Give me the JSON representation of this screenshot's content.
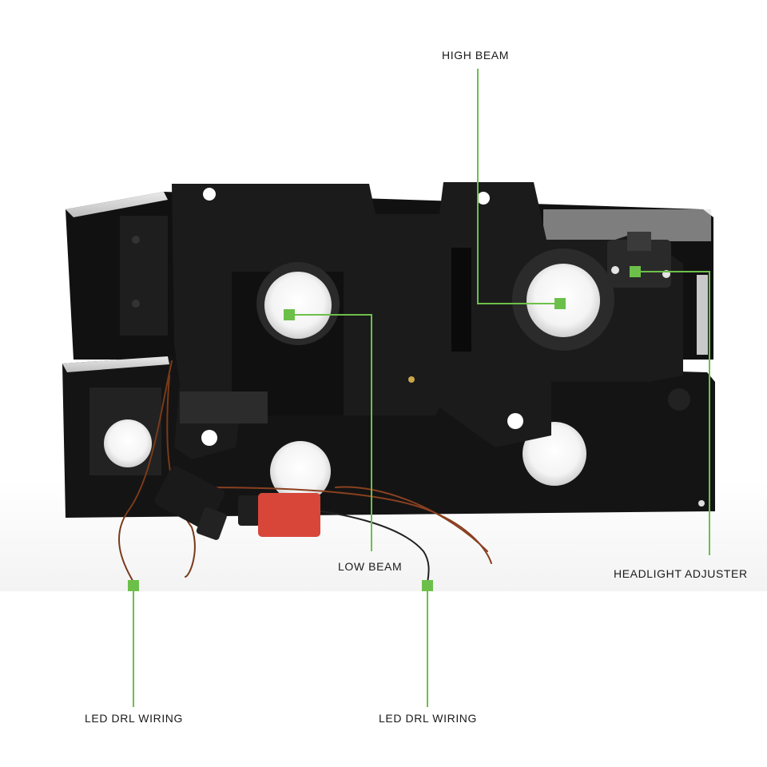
{
  "accent_color": "#6cc04a",
  "callouts": {
    "high_beam": "HIGH BEAM",
    "low_beam": "LOW BEAM",
    "headlight_adjuster": "HEADLIGHT ADJUSTER",
    "led_drl_wiring_left": "LED DRL WIRING",
    "led_drl_wiring_right": "LED DRL WIRING"
  }
}
